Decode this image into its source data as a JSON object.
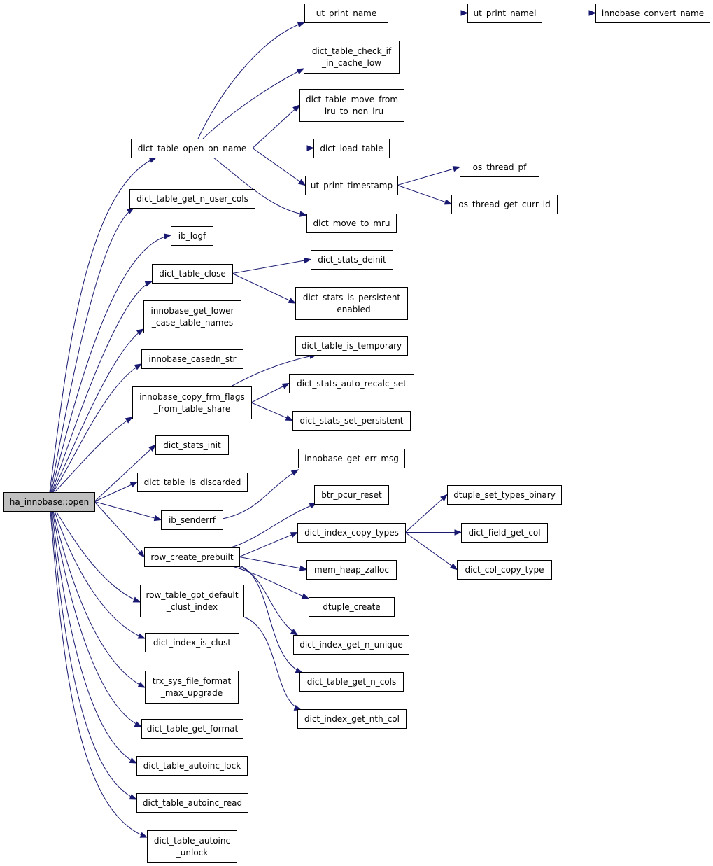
{
  "diagram": {
    "type": "call-graph",
    "colors": {
      "edge": "#191970",
      "root_fill": "#bfbfbf",
      "node_fill": "#ffffff",
      "border": "#000000"
    },
    "nodes": [
      {
        "id": "ha_innobase_open",
        "lines": [
          "ha_innobase::open"
        ],
        "root": true
      },
      {
        "id": "dict_table_open_on_name",
        "lines": [
          "dict_table_open_on_name"
        ]
      },
      {
        "id": "dict_table_get_n_user_cols",
        "lines": [
          "dict_table_get_n_user_cols"
        ]
      },
      {
        "id": "ib_logf",
        "lines": [
          "ib_logf"
        ]
      },
      {
        "id": "dict_table_close",
        "lines": [
          "dict_table_close"
        ]
      },
      {
        "id": "innobase_get_lower_case_table_names",
        "lines": [
          "innobase_get_lower",
          "_case_table_names"
        ]
      },
      {
        "id": "innobase_casedn_str",
        "lines": [
          "innobase_casedn_str"
        ]
      },
      {
        "id": "innobase_copy_frm_flags_from_table_share",
        "lines": [
          "innobase_copy_frm_flags",
          "_from_table_share"
        ]
      },
      {
        "id": "dict_stats_init",
        "lines": [
          "dict_stats_init"
        ]
      },
      {
        "id": "dict_table_is_discarded",
        "lines": [
          "dict_table_is_discarded"
        ]
      },
      {
        "id": "ib_senderrf",
        "lines": [
          "ib_senderrf"
        ]
      },
      {
        "id": "row_create_prebuilt",
        "lines": [
          "row_create_prebuilt"
        ]
      },
      {
        "id": "row_table_got_default_clust_index",
        "lines": [
          "row_table_got_default",
          "_clust_index"
        ]
      },
      {
        "id": "dict_index_is_clust",
        "lines": [
          "dict_index_is_clust"
        ]
      },
      {
        "id": "trx_sys_file_format_max_upgrade",
        "lines": [
          "trx_sys_file_format",
          "_max_upgrade"
        ]
      },
      {
        "id": "dict_table_get_format",
        "lines": [
          "dict_table_get_format"
        ]
      },
      {
        "id": "dict_table_autoinc_lock",
        "lines": [
          "dict_table_autoinc_lock"
        ]
      },
      {
        "id": "dict_table_autoinc_read",
        "lines": [
          "dict_table_autoinc_read"
        ]
      },
      {
        "id": "dict_table_autoinc_unlock",
        "lines": [
          "dict_table_autoinc",
          "_unlock"
        ]
      },
      {
        "id": "ut_print_name",
        "lines": [
          "ut_print_name"
        ]
      },
      {
        "id": "dict_table_check_if_in_cache_low",
        "lines": [
          "dict_table_check_if",
          "_in_cache_low"
        ]
      },
      {
        "id": "dict_table_move_from_lru_to_non_lru",
        "lines": [
          "dict_table_move_from",
          "_lru_to_non_lru"
        ]
      },
      {
        "id": "dict_load_table",
        "lines": [
          "dict_load_table"
        ]
      },
      {
        "id": "ut_print_timestamp",
        "lines": [
          "ut_print_timestamp"
        ]
      },
      {
        "id": "dict_move_to_mru",
        "lines": [
          "dict_move_to_mru"
        ]
      },
      {
        "id": "ut_print_namel",
        "lines": [
          "ut_print_namel"
        ]
      },
      {
        "id": "innobase_convert_name",
        "lines": [
          "innobase_convert_name"
        ]
      },
      {
        "id": "os_thread_pf",
        "lines": [
          "os_thread_pf"
        ]
      },
      {
        "id": "os_thread_get_curr_id",
        "lines": [
          "os_thread_get_curr_id"
        ]
      },
      {
        "id": "dict_stats_deinit",
        "lines": [
          "dict_stats_deinit"
        ]
      },
      {
        "id": "dict_stats_is_persistent_enabled",
        "lines": [
          "dict_stats_is_persistent",
          "_enabled"
        ]
      },
      {
        "id": "dict_table_is_temporary",
        "lines": [
          "dict_table_is_temporary"
        ]
      },
      {
        "id": "dict_stats_auto_recalc_set",
        "lines": [
          "dict_stats_auto_recalc_set"
        ]
      },
      {
        "id": "dict_stats_set_persistent",
        "lines": [
          "dict_stats_set_persistent"
        ]
      },
      {
        "id": "innobase_get_err_msg",
        "lines": [
          "innobase_get_err_msg"
        ]
      },
      {
        "id": "btr_pcur_reset",
        "lines": [
          "btr_pcur_reset"
        ]
      },
      {
        "id": "dict_index_copy_types",
        "lines": [
          "dict_index_copy_types"
        ]
      },
      {
        "id": "mem_heap_zalloc",
        "lines": [
          "mem_heap_zalloc"
        ]
      },
      {
        "id": "dtuple_create",
        "lines": [
          "dtuple_create"
        ]
      },
      {
        "id": "dict_index_get_n_unique",
        "lines": [
          "dict_index_get_n_unique"
        ]
      },
      {
        "id": "dict_table_get_n_cols",
        "lines": [
          "dict_table_get_n_cols"
        ]
      },
      {
        "id": "dict_index_get_nth_col",
        "lines": [
          "dict_index_get_nth_col"
        ]
      },
      {
        "id": "dtuple_set_types_binary",
        "lines": [
          "dtuple_set_types_binary"
        ]
      },
      {
        "id": "dict_field_get_col",
        "lines": [
          "dict_field_get_col"
        ]
      },
      {
        "id": "dict_col_copy_type",
        "lines": [
          "dict_col_copy_type"
        ]
      }
    ],
    "edges": [
      [
        "ha_innobase_open",
        "dict_table_open_on_name"
      ],
      [
        "ha_innobase_open",
        "dict_table_get_n_user_cols"
      ],
      [
        "ha_innobase_open",
        "ib_logf"
      ],
      [
        "ha_innobase_open",
        "dict_table_close"
      ],
      [
        "ha_innobase_open",
        "innobase_get_lower_case_table_names"
      ],
      [
        "ha_innobase_open",
        "innobase_casedn_str"
      ],
      [
        "ha_innobase_open",
        "innobase_copy_frm_flags_from_table_share"
      ],
      [
        "ha_innobase_open",
        "dict_stats_init"
      ],
      [
        "ha_innobase_open",
        "dict_table_is_discarded"
      ],
      [
        "ha_innobase_open",
        "ib_senderrf"
      ],
      [
        "ha_innobase_open",
        "row_create_prebuilt"
      ],
      [
        "ha_innobase_open",
        "row_table_got_default_clust_index"
      ],
      [
        "ha_innobase_open",
        "dict_index_is_clust"
      ],
      [
        "ha_innobase_open",
        "trx_sys_file_format_max_upgrade"
      ],
      [
        "ha_innobase_open",
        "dict_table_get_format"
      ],
      [
        "ha_innobase_open",
        "dict_table_autoinc_lock"
      ],
      [
        "ha_innobase_open",
        "dict_table_autoinc_read"
      ],
      [
        "ha_innobase_open",
        "dict_table_autoinc_unlock"
      ],
      [
        "dict_table_open_on_name",
        "ut_print_name"
      ],
      [
        "dict_table_open_on_name",
        "dict_table_check_if_in_cache_low"
      ],
      [
        "dict_table_open_on_name",
        "dict_table_move_from_lru_to_non_lru"
      ],
      [
        "dict_table_open_on_name",
        "dict_load_table"
      ],
      [
        "dict_table_open_on_name",
        "ut_print_timestamp"
      ],
      [
        "dict_table_open_on_name",
        "dict_move_to_mru"
      ],
      [
        "ut_print_name",
        "ut_print_namel"
      ],
      [
        "ut_print_namel",
        "innobase_convert_name"
      ],
      [
        "ut_print_timestamp",
        "os_thread_pf"
      ],
      [
        "ut_print_timestamp",
        "os_thread_get_curr_id"
      ],
      [
        "dict_table_close",
        "dict_stats_deinit"
      ],
      [
        "dict_table_close",
        "dict_stats_is_persistent_enabled"
      ],
      [
        "innobase_copy_frm_flags_from_table_share",
        "dict_table_is_temporary"
      ],
      [
        "innobase_copy_frm_flags_from_table_share",
        "dict_stats_auto_recalc_set"
      ],
      [
        "innobase_copy_frm_flags_from_table_share",
        "dict_stats_set_persistent"
      ],
      [
        "ib_senderrf",
        "innobase_get_err_msg"
      ],
      [
        "row_create_prebuilt",
        "btr_pcur_reset"
      ],
      [
        "row_create_prebuilt",
        "dict_index_copy_types"
      ],
      [
        "row_create_prebuilt",
        "mem_heap_zalloc"
      ],
      [
        "row_create_prebuilt",
        "dtuple_create"
      ],
      [
        "row_create_prebuilt",
        "dict_index_get_n_unique"
      ],
      [
        "row_create_prebuilt",
        "dict_table_get_n_cols"
      ],
      [
        "row_table_got_default_clust_index",
        "dict_index_get_nth_col"
      ],
      [
        "dict_index_copy_types",
        "dtuple_set_types_binary"
      ],
      [
        "dict_index_copy_types",
        "dict_field_get_col"
      ],
      [
        "dict_index_copy_types",
        "dict_col_copy_type"
      ]
    ]
  }
}
